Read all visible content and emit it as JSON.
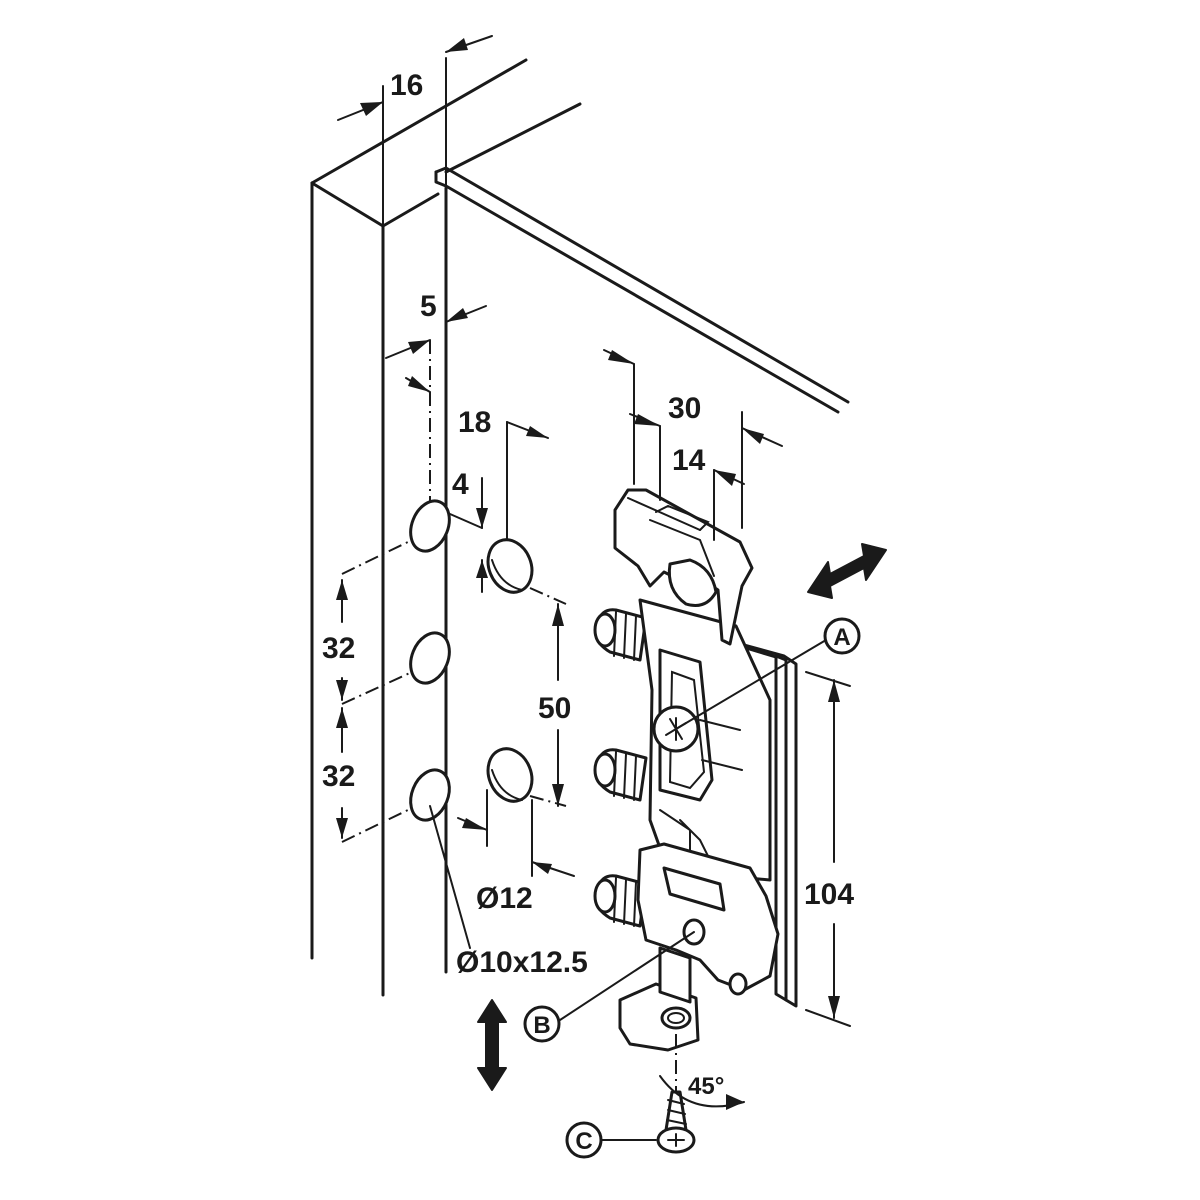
{
  "dimensions": {
    "panel_thickness": "16",
    "edge_offset": "5",
    "hole_offset": "18",
    "hole_drop": "4",
    "hole_pitch_upper": "32",
    "hole_pitch_lower": "32",
    "hole_spacing": "50",
    "bracket_width": "30",
    "bracket_inner_width": "14",
    "bracket_height": "104",
    "dowel_hole": "Ø12",
    "screw_hole": "Ø10x12.5",
    "screw_angle": "45°"
  },
  "callouts": {
    "a": "A",
    "b": "B",
    "c": "C"
  }
}
